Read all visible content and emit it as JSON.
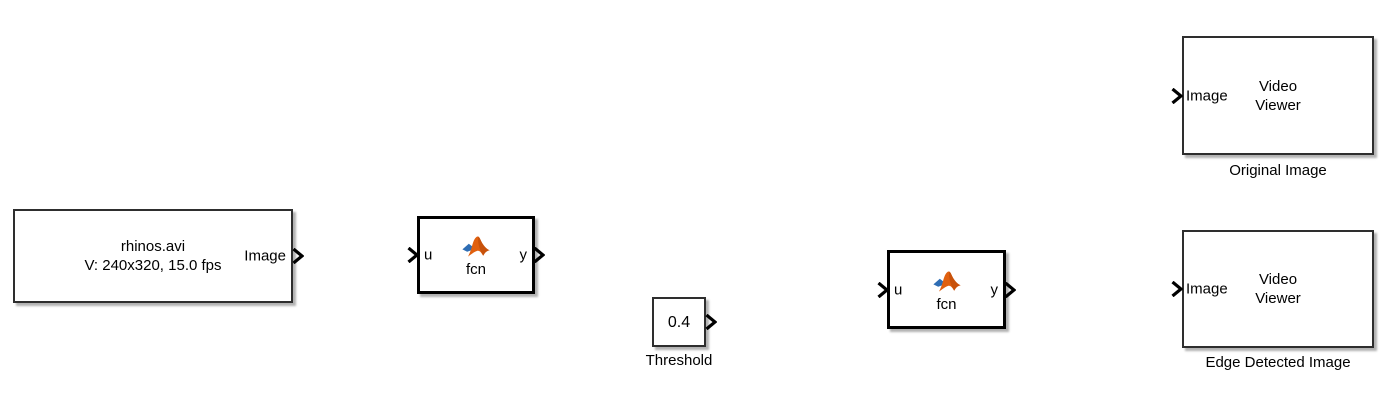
{
  "diagram": {
    "source_block": {
      "line1": "rhinos.avi",
      "line2": "V: 240x320, 15.0 fps",
      "out_port_label": "Image"
    },
    "fcn_block_1": {
      "in_port_label": "u",
      "out_port_label": "y",
      "caption": "fcn"
    },
    "threshold_block": {
      "value": "0.4",
      "name": "Threshold"
    },
    "fcn_block_2": {
      "in_port_label": "u",
      "out_port_label": "y",
      "caption": "fcn"
    },
    "viewer_block_1": {
      "in_port_label": "Image",
      "line1": "Video",
      "line2": "Viewer",
      "name": "Original Image"
    },
    "viewer_block_2": {
      "in_port_label": "Image",
      "line1": "Video",
      "line2": "Viewer",
      "name": "Edge Detected Image"
    }
  },
  "icons": {
    "matlab_logo": "matlab-logo-icon",
    "input_port": "input-port-icon",
    "output_port": "output-port-icon"
  },
  "colors": {
    "background": "#ffffff",
    "block_fill": "#ffffff",
    "block_border": "#2e2e2e",
    "fcn_border": "#000000",
    "shadow": "#b2b2b2",
    "matlab_orange": "#e0600f",
    "matlab_orange_dark": "#b5480a",
    "matlab_blue": "#2e6db4"
  }
}
